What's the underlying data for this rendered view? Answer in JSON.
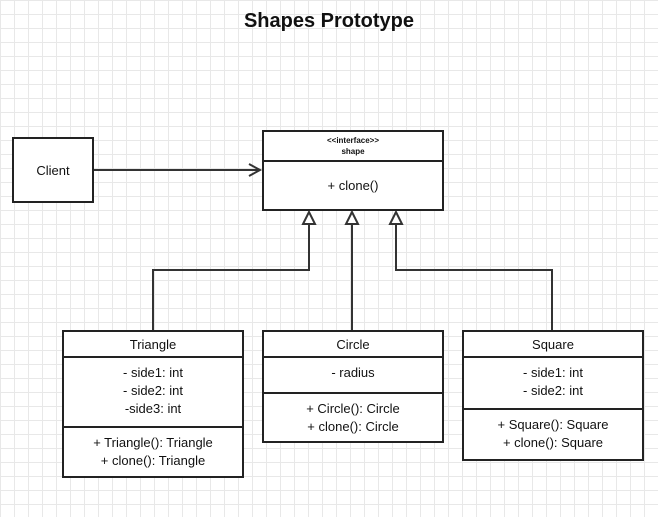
{
  "title": "Shapes Prototype",
  "client": {
    "label": "Client"
  },
  "interface": {
    "stereotype": "<<interface>>",
    "name": "shape",
    "methods": [
      "+ clone()"
    ]
  },
  "classes": {
    "triangle": {
      "name": "Triangle",
      "attributes": [
        "- side1: int",
        "- side2: int",
        "-side3: int"
      ],
      "methods": [
        "+ Triangle(): Triangle",
        "+ clone(): Triangle"
      ]
    },
    "circle": {
      "name": "Circle",
      "attributes": [
        "- radius"
      ],
      "methods": [
        "+ Circle(): Circle",
        "+ clone(): Circle"
      ]
    },
    "square": {
      "name": "Square",
      "attributes": [
        "- side1: int",
        "- side2: int"
      ],
      "methods": [
        "+ Square(): Square",
        "+ clone(): Square"
      ]
    }
  },
  "colors": {
    "stroke": "#222222",
    "grid": "#e8e8e8"
  }
}
